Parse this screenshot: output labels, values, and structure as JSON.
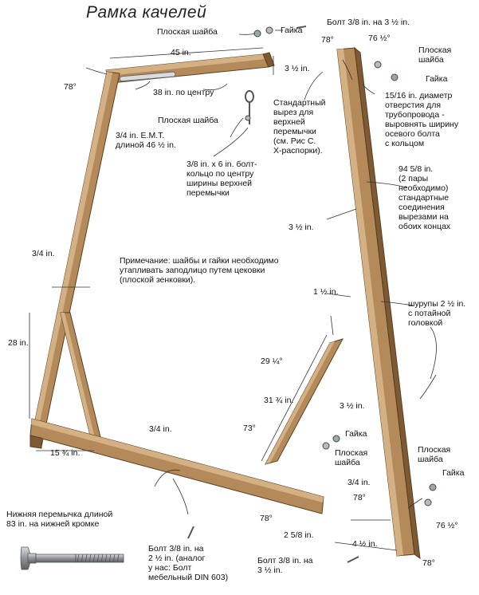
{
  "title": "Рамка качелей",
  "labels": {
    "flat_washer_top": "Плоская шайба",
    "nut_top": "Гайка",
    "bolt_top": "Болт 3/8 in. на 3 ½ in.",
    "angle_78_top_right": "78°",
    "angle_76_top": "76 ½°",
    "flat_washer_right": "Плоская\nшайба",
    "nut_right": "Гайка",
    "dim_45": "45 in.",
    "dim_3_5_top": "3 ½ in.",
    "angle_78_left": "78°",
    "center_38": "38 in. по центру",
    "flat_washer_mid": "Плоская шайба",
    "emt": "3/4 in. E.M.T.\nдлиной 46 ½ in.",
    "std_cut": "Стандартный\nвырез для\nверхней\nперемычки\n(см. Рис С.\nХ-распорки).",
    "hole": "15/16 in. диаметр\nотверстия для\nтрубопровода -\nвыровнять ширину\nосевого болта\nс кольцом",
    "eyebolt": "3/8 in. x 6 in. болт-\nкольцо по центру\nширины верхней\nперемычки",
    "legs": "94 5/8 in.\n(2 пары\nнеобходимо)\nстандартные\nсоединения\nвырезами на\nобоих концах",
    "dim_3_5_mid": "3 ½ in.",
    "dim_3_4_left": "3/4 in.",
    "note": "Примечание: шайбы и гайки необходимо\nутапливать заподлицо путем цековки\n(плоской зенковки).",
    "dim_1_5": "1 ½ in.",
    "screws": "шурупы 2 ½ in.\nс потайной\nголовкой",
    "dim_28": "28 in.",
    "angle_29": "29 ¼°",
    "dim_31": "31 ¾ in.",
    "dim_3_5_brace": "3 ½ in.",
    "angle_73": "73°",
    "dim_3_4_bottom": "3/4 in.",
    "nut_bottom": "Гайка",
    "flat_washer_bottom": "Плоская\nшайба",
    "dim_15": "15 ¾ in.",
    "flat_washer_br": "Плоская\nшайба",
    "nut_br": "Гайка",
    "dim_3_4_br": "3/4 in.",
    "angle_78_br": "78°",
    "angle_78_bottom": "78°",
    "dim_2_5": "2 5/8 in.",
    "angle_76_br": "76 ½°",
    "bottom_beam": "Нижняя перемычка длиной\n83 in. на нижней кромке",
    "bolt_bottom": "Болт 3/8 in. на\n2 ½ in. (аналог\nу нас: Болт\nмебельный DIN 603)",
    "dim_4_5": "4 ½ in.",
    "bolt_bottom_right": "Болт 3/8 in. на\n3 ½ in.",
    "angle_78_bottom_right": "78°"
  },
  "colors": {
    "wood": "#b58a5a",
    "wood_dark": "#7d5a34",
    "wood_light": "#d4b184",
    "line": "#333333",
    "bolt": "#8f9499"
  }
}
